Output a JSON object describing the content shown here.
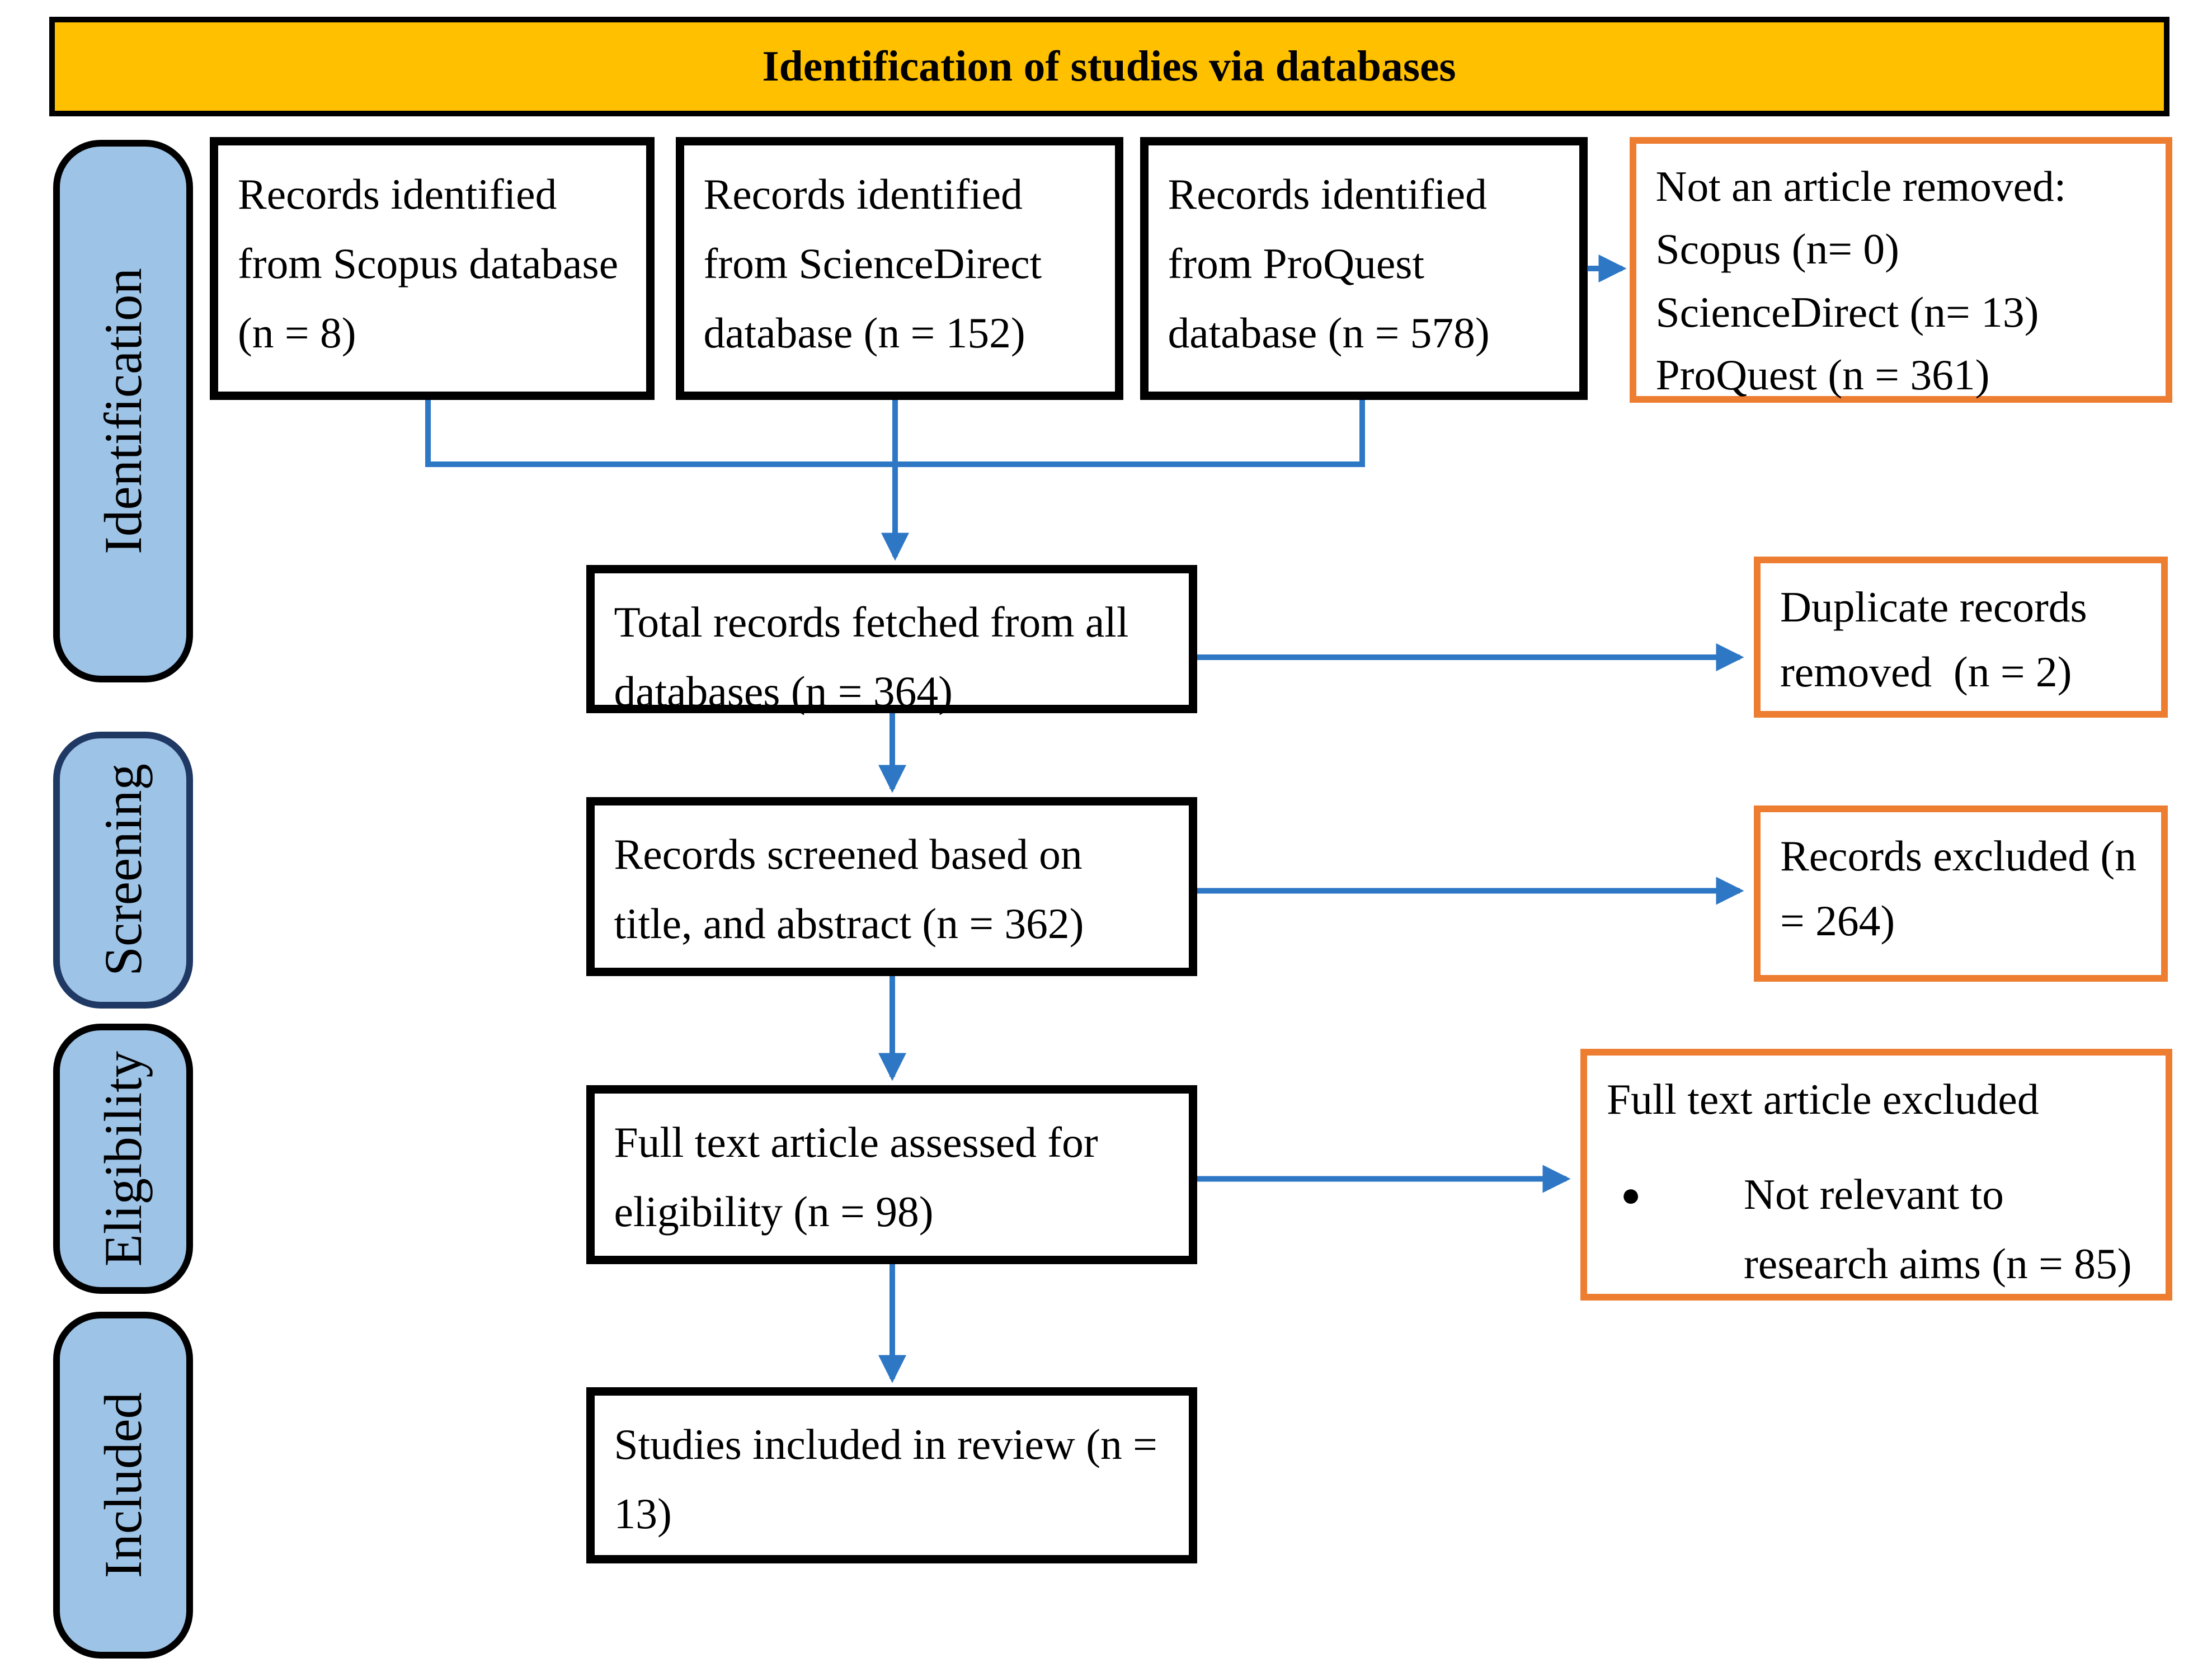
{
  "banner": {
    "title": "Identification of studies via databases"
  },
  "sidebar": {
    "items": [
      {
        "label": "Identification"
      },
      {
        "label": "Screening"
      },
      {
        "label": "Eligibility"
      },
      {
        "label": "Included"
      }
    ]
  },
  "flow": {
    "source_scopus": "Records identified from Scopus database (n = 8)",
    "source_sciencedirect": "Records identified from ScienceDirect database (n = 152)",
    "source_proquest": "Records identified from ProQuest database (n = 578)",
    "not_article": {
      "line1": "Not an article removed:",
      "line2": "Scopus (n= 0)",
      "line3": "ScienceDirect (n= 13)",
      "line4": "ProQuest (n = 361)"
    },
    "total": "Total records fetched from all databases (n = 364)",
    "duplicates": "Duplicate records removed  (n = 2)",
    "screened": "Records screened based on title, and abstract (n = 362)",
    "excluded": "Records excluded (n = 264)",
    "fulltext": "Full text article assessed for eligibility (n = 98)",
    "fulltext_excluded": {
      "title": "Full text article excluded",
      "bullet_glyph": "●",
      "bullet": "Not relevant to research aims (n = 85)"
    },
    "included": "Studies included in review (n = 13)"
  },
  "colors": {
    "banner_fill": "#FFC000",
    "stage_fill": "#9DC3E6",
    "screening_border": "#1F3864",
    "box_border": "#000000",
    "exclusion_border": "#ED7D31",
    "arrow": "#2E77C5"
  }
}
